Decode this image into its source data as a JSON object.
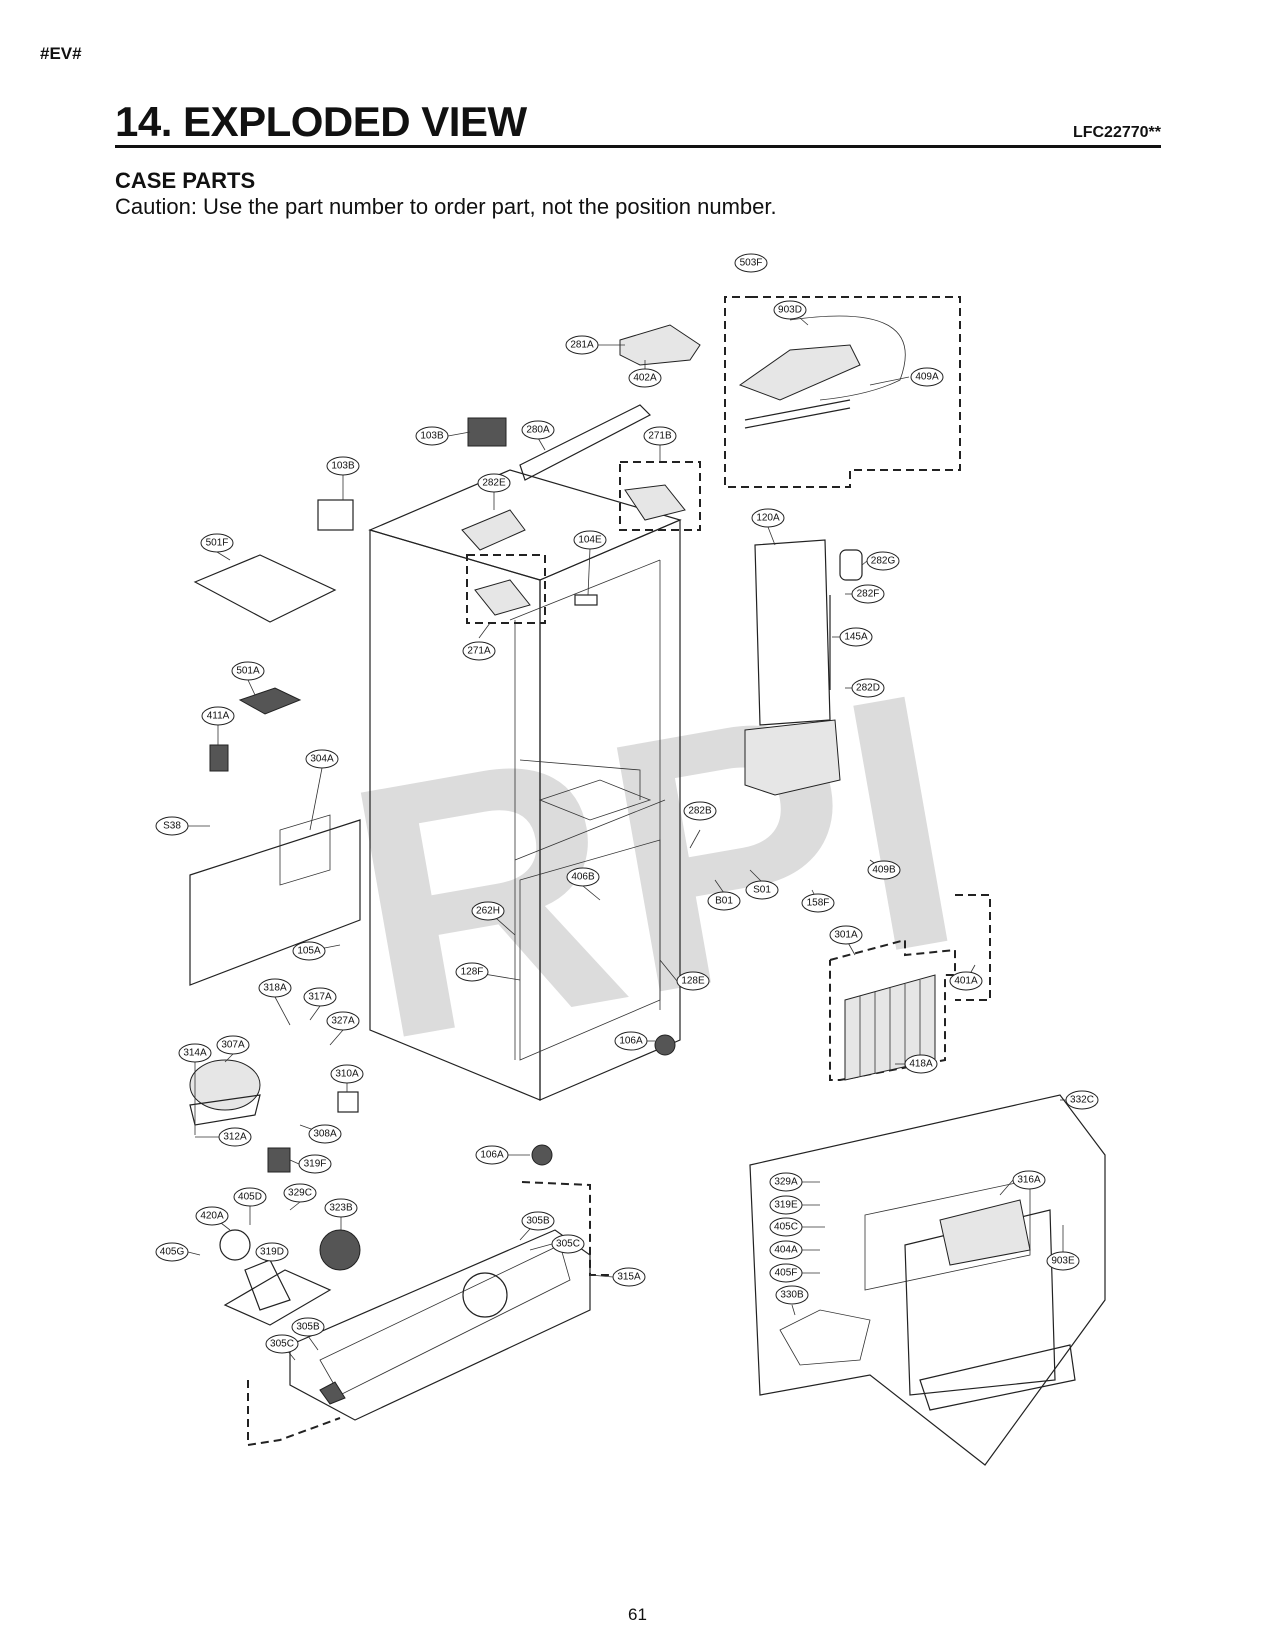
{
  "header": {
    "tag": "#EV#",
    "title": "14. EXPLODED VIEW",
    "model": "LFC22770**",
    "section": "CASE PARTS",
    "caution": "Caution: Use the part number to order part, not the position number."
  },
  "watermark": "RPI",
  "callouts": [
    "503F",
    "903D",
    "409A",
    "281A",
    "402A",
    "103B",
    "280A",
    "271B",
    "103B",
    "282E",
    "104E",
    "120A",
    "282G",
    "282F",
    "145A",
    "282D",
    "501F",
    "271A",
    "501A",
    "411A",
    "304A",
    "S38",
    "282B",
    "S01",
    "B01",
    "409B",
    "158F",
    "406B",
    "262H",
    "105A",
    "301A",
    "401A",
    "128F",
    "128E",
    "418A",
    "318A",
    "317A",
    "327A",
    "106A",
    "314A",
    "307A",
    "310A",
    "312A",
    "308A",
    "332C",
    "106A",
    "319F",
    "329A",
    "316A",
    "405D",
    "329C",
    "319E",
    "420A",
    "323B",
    "305B",
    "405C",
    "305C",
    "404A",
    "903E",
    "405G",
    "319D",
    "315A",
    "405F",
    "330B",
    "305B",
    "305C"
  ],
  "footer": {
    "page": "61"
  }
}
